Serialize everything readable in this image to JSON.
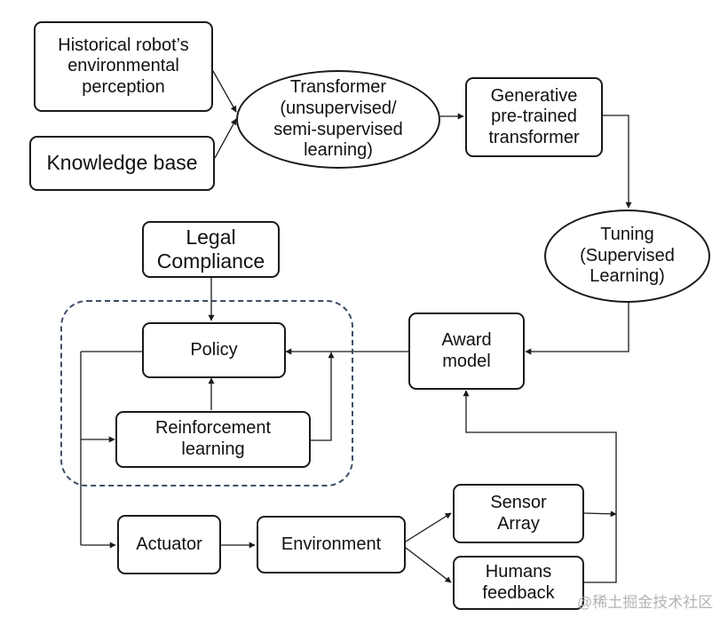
{
  "diagram": {
    "nodes": {
      "historical": "Historical robot’s\nenvironmental\nperception",
      "knowledge": "Knowledge base",
      "transformer": "Transformer\n(unsupervised/\nsemi-supervised\nlearning)",
      "gpt": "Generative\npre-trained\ntransformer",
      "tuning": "Tuning\n(Supervised\nLearning)",
      "legal": "Legal\nCompliance",
      "policy": "Policy",
      "award": "Award\nmodel",
      "reinforcement": "Reinforcement\nlearning",
      "actuator": "Actuator",
      "environment": "Environment",
      "sensor": "Sensor\nArray",
      "humans": "Humans\nfeedback"
    },
    "watermark": "@稀土掘金技术社区"
  }
}
